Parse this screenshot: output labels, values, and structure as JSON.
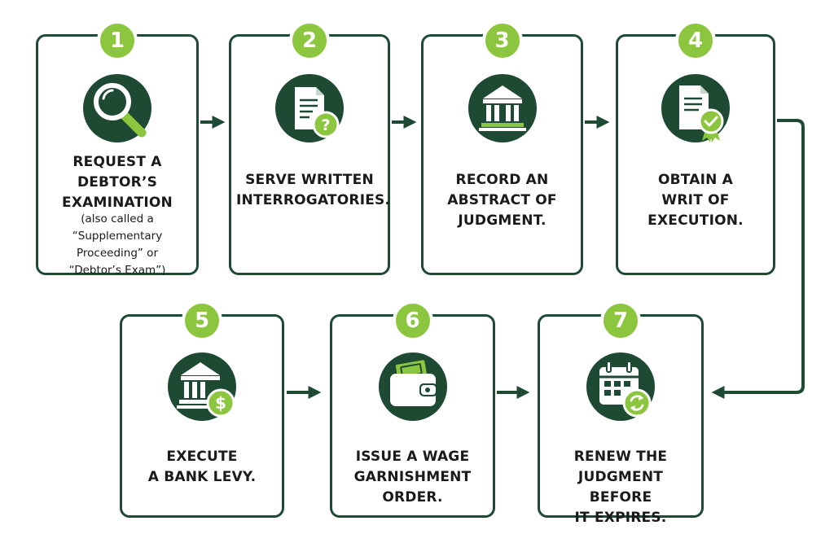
{
  "colors": {
    "dark_green": "#1e4a33",
    "lime_green": "#8cc63f",
    "white": "#ffffff",
    "text": "#1a1a1a"
  },
  "steps": [
    {
      "number": "1",
      "title": "REQUEST A\nDEBTOR’S\nEXAMINATION",
      "subtitle": "(also called a\n“Supplementary\nProceeding” or\n“Debtor’s Exam”)",
      "icon": "magnifying-glass-icon"
    },
    {
      "number": "2",
      "title": "SERVE WRITTEN\nINTERROGATORIES.",
      "icon": "document-question-icon"
    },
    {
      "number": "3",
      "title": "RECORD AN\nABSTRACT OF\nJUDGMENT.",
      "icon": "courthouse-icon"
    },
    {
      "number": "4",
      "title": "OBTAIN A\nWRIT OF\nEXECUTION.",
      "icon": "certified-document-icon"
    },
    {
      "number": "5",
      "title": "EXECUTE\nA BANK LEVY.",
      "icon": "bank-dollar-icon"
    },
    {
      "number": "6",
      "title": "ISSUE A WAGE\nGARNISHMENT\nORDER.",
      "icon": "wallet-icon"
    },
    {
      "number": "7",
      "title": "RENEW THE\nJUDGMENT BEFORE\nIT EXPIRES.",
      "icon": "calendar-renew-icon"
    }
  ]
}
